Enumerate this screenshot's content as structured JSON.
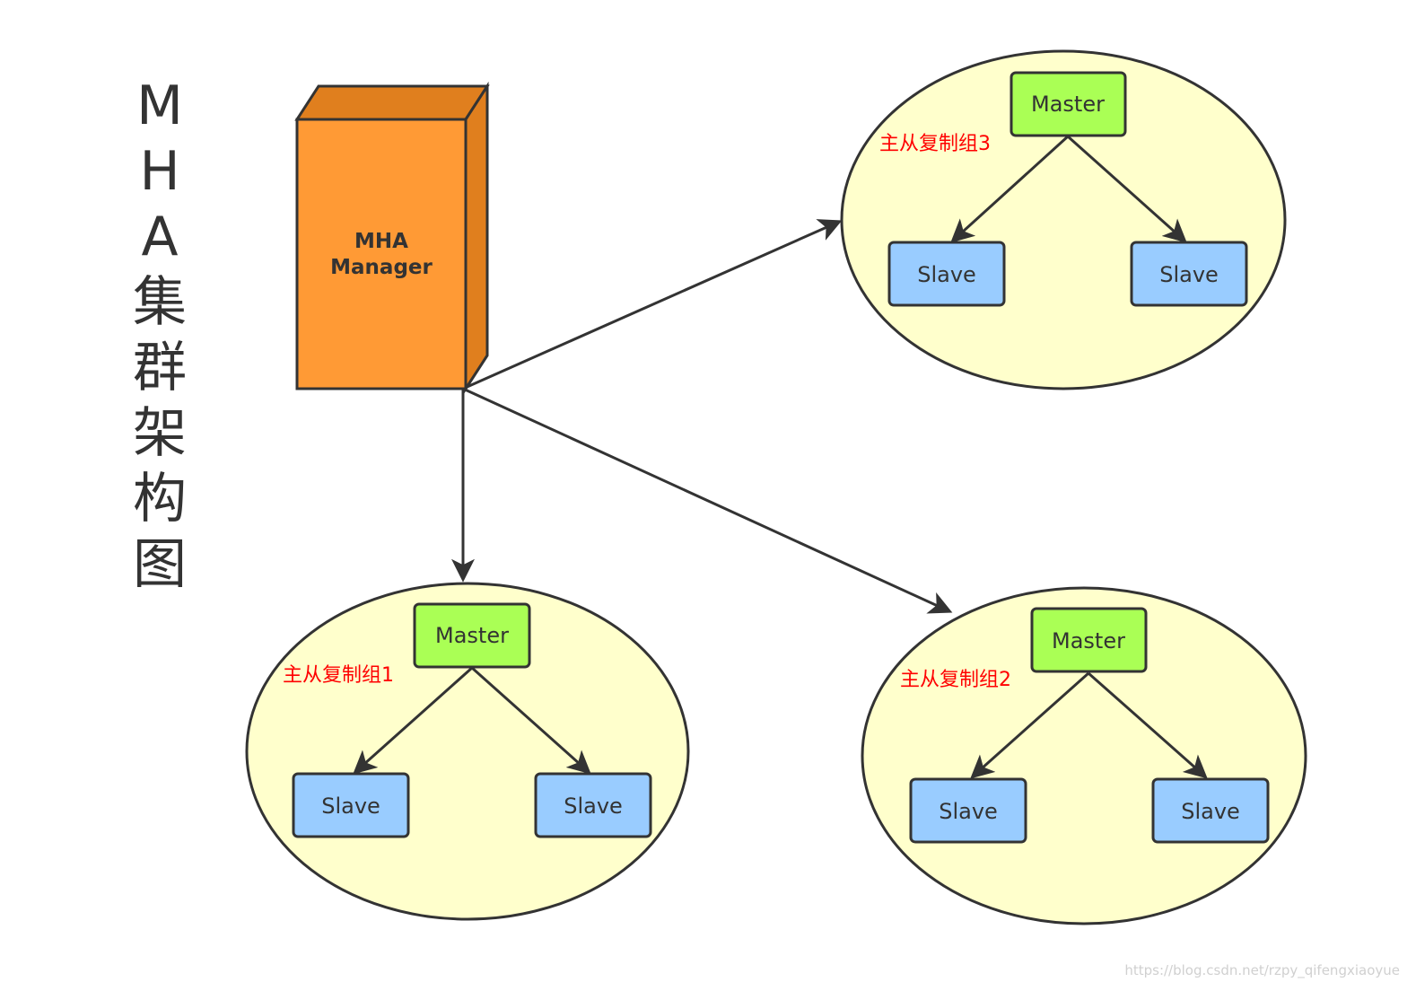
{
  "title_chars": [
    "M",
    "H",
    "A",
    "集",
    "群",
    "架",
    "构",
    "图"
  ],
  "manager": {
    "line1": "MHA",
    "line2": "Manager"
  },
  "groups": [
    {
      "label": "主从复制组3",
      "master": "Master",
      "slaves": [
        "Slave",
        "Slave"
      ]
    },
    {
      "label": "主从复制组1",
      "master": "Master",
      "slaves": [
        "Slave",
        "Slave"
      ]
    },
    {
      "label": "主从复制组2",
      "master": "Master",
      "slaves": [
        "Slave",
        "Slave"
      ]
    }
  ],
  "watermark": "https://blog.csdn.net/rzpy_qifengxiaoyue",
  "colors": {
    "manager_front": "#ff9a35",
    "manager_top": "#e07f1e",
    "ellipse_fill": "#ffffcc",
    "master_fill": "#aaff55",
    "slave_fill": "#99ccff",
    "group_label": "#ff0000",
    "stroke": "#333333"
  }
}
